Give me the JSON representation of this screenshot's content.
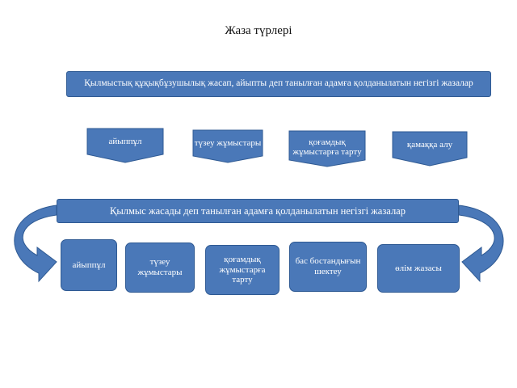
{
  "title": "Жаза түрлері",
  "top_banner": "Қылмыстық құқықбұзушылық жасап, айыпты деп танылған адамға қолданылатын негізгі жазалар",
  "top_items": [
    "айыппұл",
    "түзеу жұмыстары",
    "қоғамдық жұмыстарға тарту",
    "қамаққа алу"
  ],
  "bottom_banner": "Қылмыс жасады деп танылған адамға қолданылатын негізгі жазалар",
  "bottom_items": [
    "айыппұл",
    "түзеу жұмыстары",
    "қоғамдық жұмыстарға тарту",
    "бас бостандығын шектеу",
    "өлім жазасы"
  ],
  "colors": {
    "box_fill": "#4a78b8",
    "box_border": "#2f5a93",
    "text": "#ffffff"
  }
}
